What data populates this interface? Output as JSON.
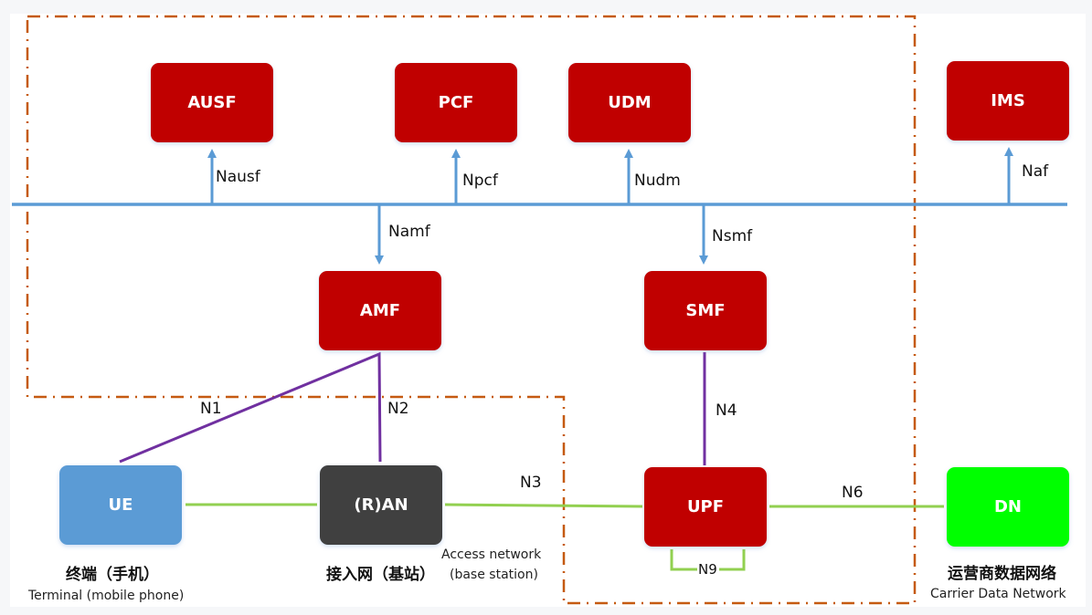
{
  "diagram": {
    "title": "5G Service-Based Architecture",
    "colors": {
      "nf_red": "#c00000",
      "ue_blue": "#5b9bd5",
      "ran_dark": "#404040",
      "dn_green": "#00ff00",
      "sbi_bus_blue": "#5b9bd5",
      "control_plane_purple": "#7030a0",
      "user_plane_green": "#92d050",
      "boundary_orange": "#c55a11"
    },
    "nodes": {
      "ausf": "AUSF",
      "pcf": "PCF",
      "udm": "UDM",
      "ims": "IMS",
      "amf": "AMF",
      "smf": "SMF",
      "ue": "UE",
      "ran": "(R)AN",
      "upf": "UPF",
      "dn": "DN"
    },
    "interfaces": {
      "nausf": "Nausf",
      "npcf": "Npcf",
      "nudm": "Nudm",
      "naf": "Naf",
      "namf": "Namf",
      "nsmf": "Nsmf",
      "n1": "N1",
      "n2": "N2",
      "n3": "N3",
      "n4": "N4",
      "n6": "N6",
      "n9": "N9"
    },
    "captions": {
      "ue_cn": "终端（手机）",
      "ue_en": "Terminal (mobile phone)",
      "ran_cn": "接入网（基站）",
      "ran_en_line1": "Access network",
      "ran_en_line2": "(base station)",
      "dn_cn": "运营商数据网络",
      "dn_en": "Carrier Data Network"
    }
  }
}
